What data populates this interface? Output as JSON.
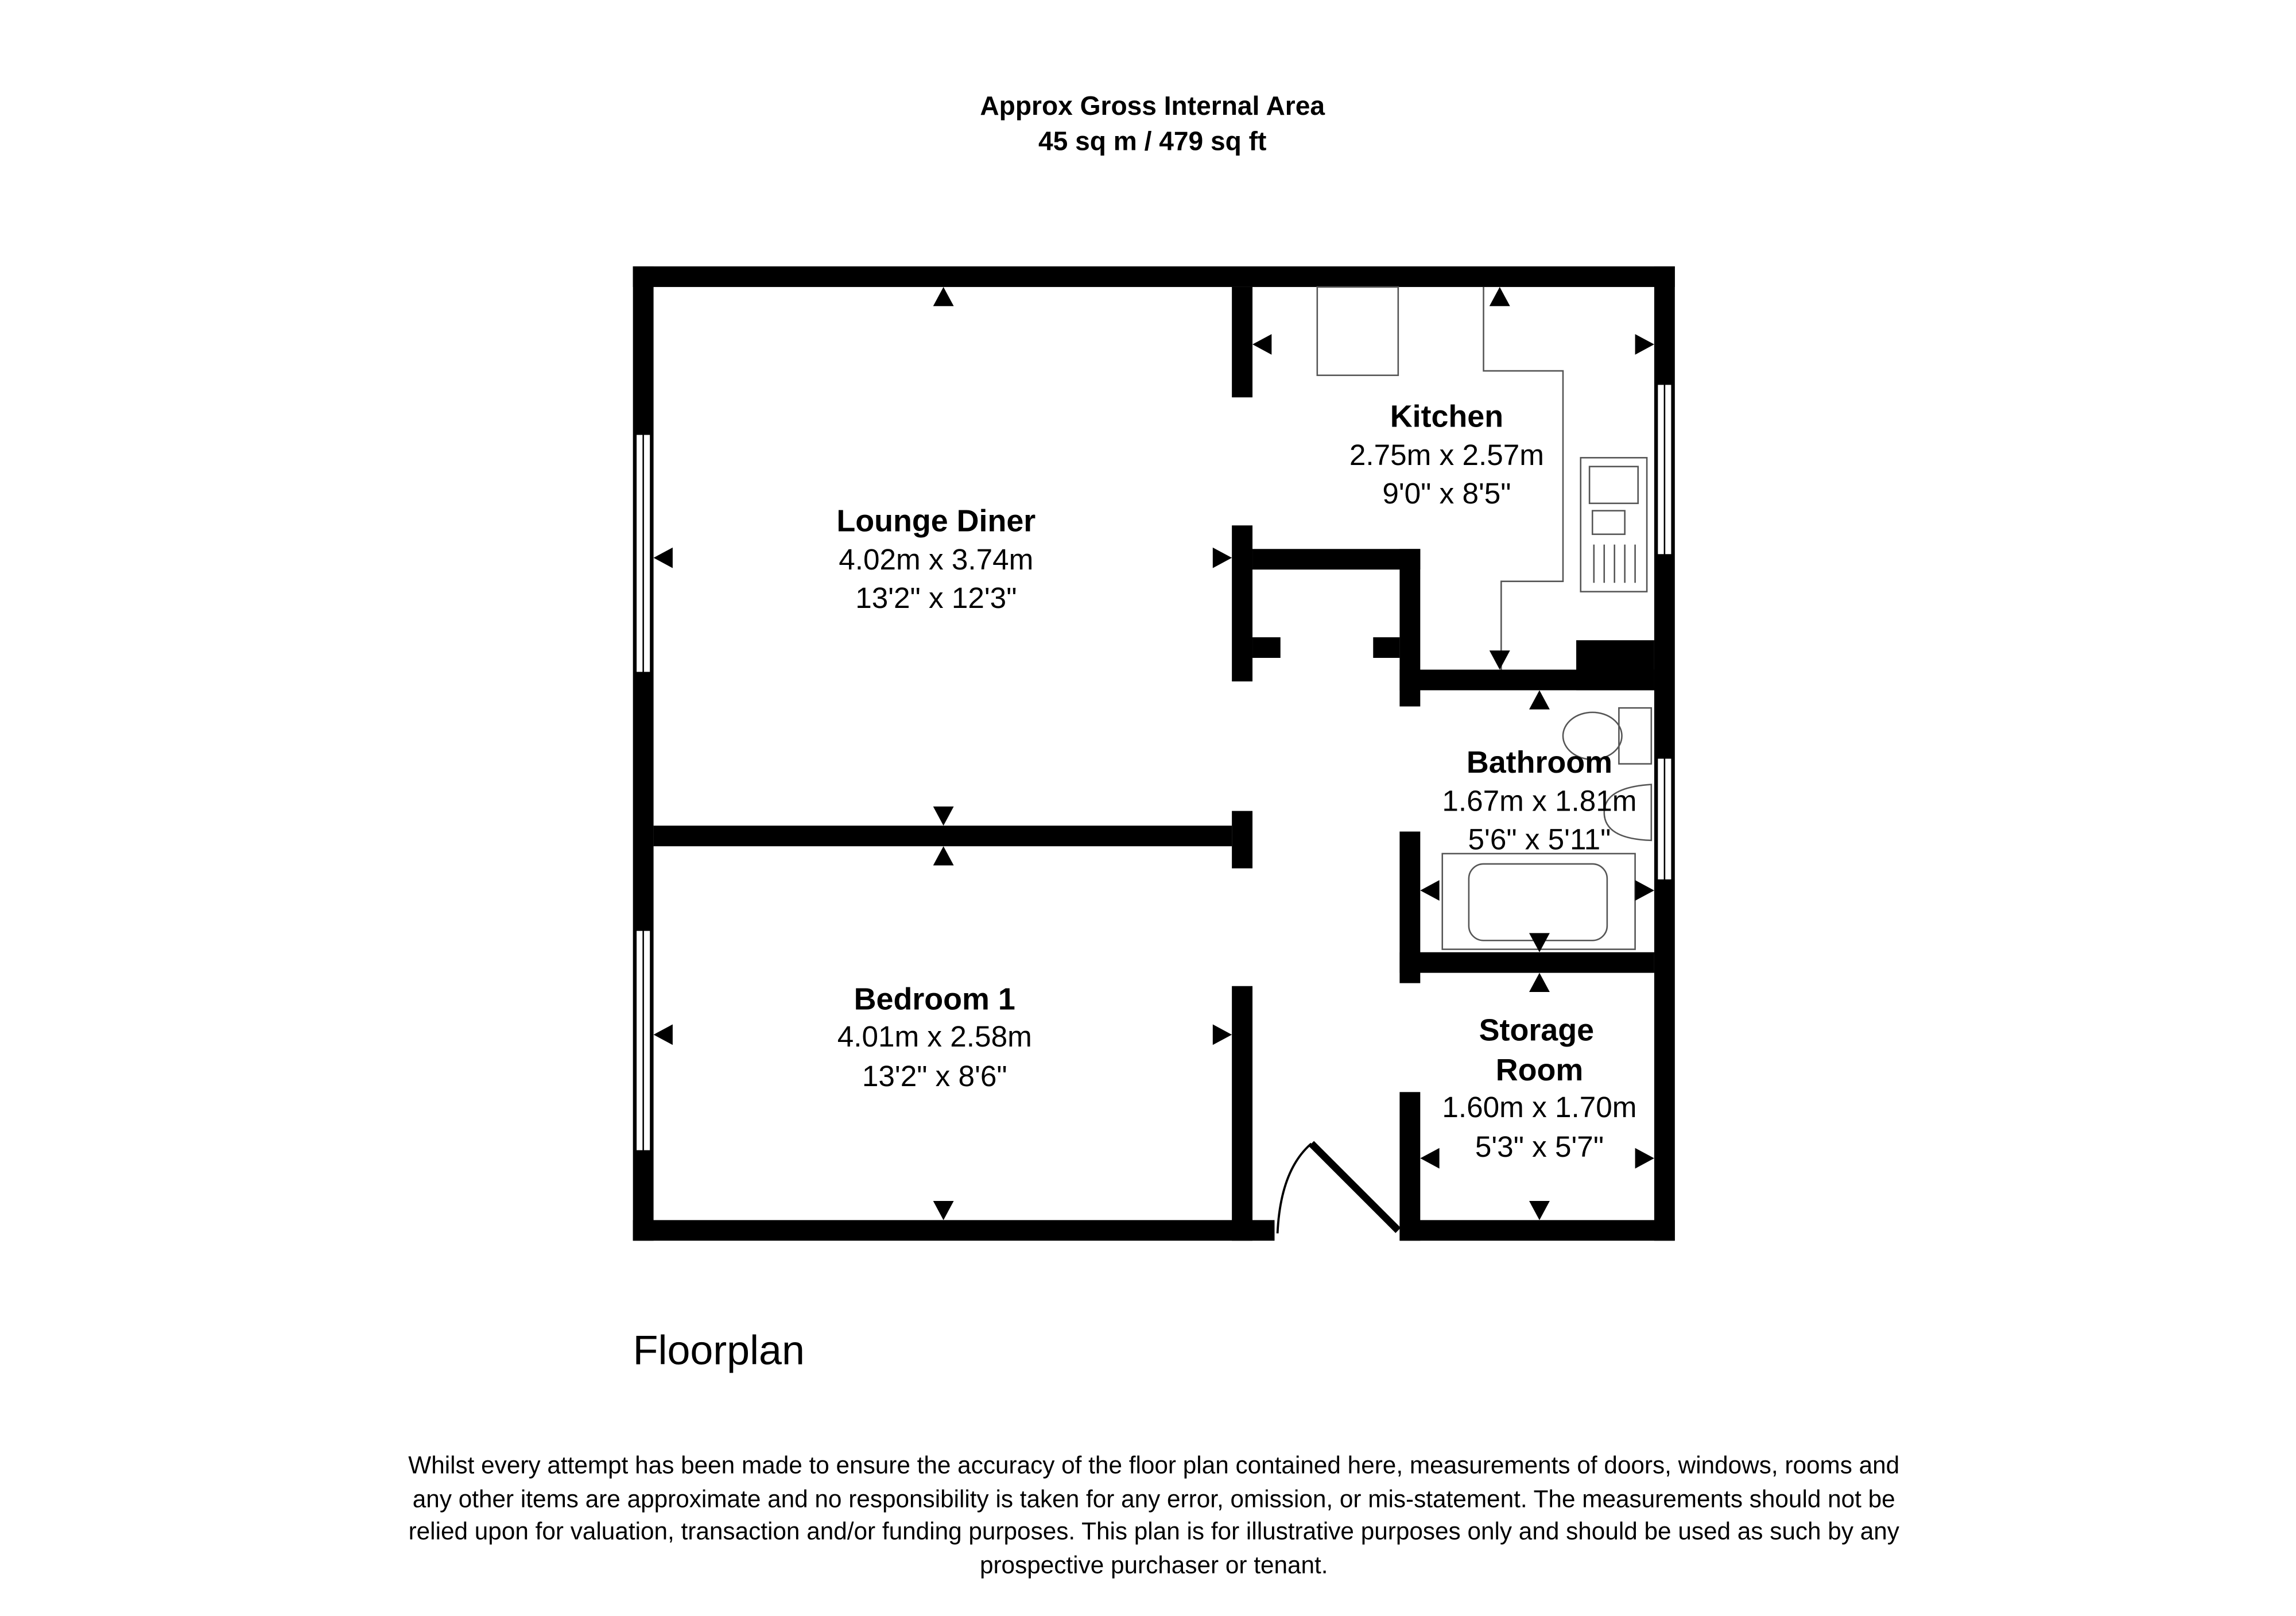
{
  "header": {
    "line1": "Approx Gross Internal Area",
    "line2": "45 sq m / 479 sq ft"
  },
  "rooms": [
    {
      "name": "Lounge Diner",
      "metric": "4.02m x 3.74m",
      "imperial": "13'2\" x 12'3\""
    },
    {
      "name": "Kitchen",
      "metric": "2.75m x 2.57m",
      "imperial": "9'0\" x 8'5\""
    },
    {
      "name": "Bathroom",
      "metric": "1.67m x 1.81m",
      "imperial": "5'6\" x 5'11\""
    },
    {
      "name": "Bedroom 1",
      "metric": "4.01m x 2.58m",
      "imperial": "13'2\" x 8'6\""
    },
    {
      "name_line1": "Storage",
      "name_line2": "Room",
      "metric": "1.60m x 1.70m",
      "imperial": "5'3\" x 5'7\""
    }
  ],
  "floor_label": "Floorplan",
  "disclaimer": [
    "Whilst every attempt has been made to ensure the accuracy of the floor plan contained here, measurements of doors, windows, rooms and",
    "any other items are approximate and no responsibility is taken for any error, omission, or mis-statement. The measurements should not be",
    "relied upon for valuation, transaction and/or funding purposes. This plan is for illustrative purposes only and should be used as such by any",
    "prospective purchaser or tenant."
  ]
}
